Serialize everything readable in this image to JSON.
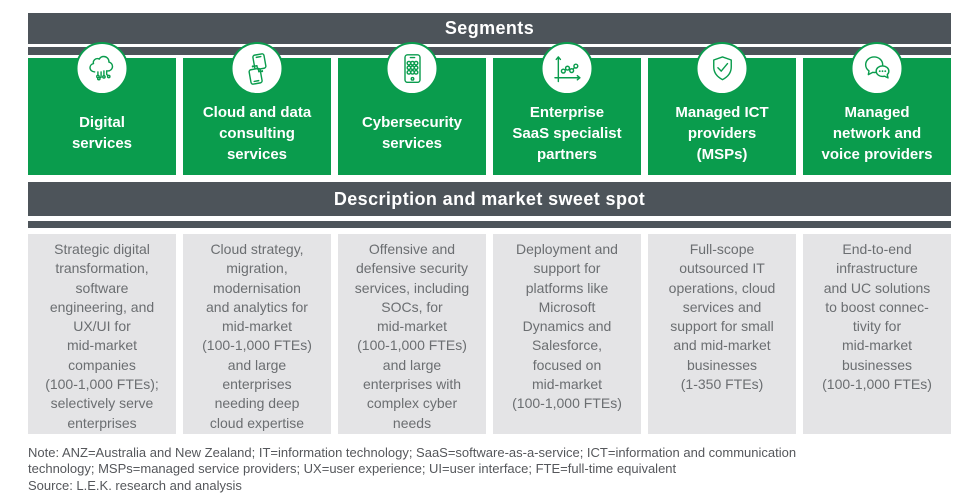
{
  "segments_header": {
    "title": "Segments"
  },
  "description_header": {
    "title": "Description and market sweet spot"
  },
  "colors": {
    "green": "#0a9c4d",
    "slate": "#4d545a",
    "panel_gray": "#e4e4e6",
    "body_text": "#6b6e71",
    "white": "#ffffff"
  },
  "segments": [
    {
      "icon": "cloud-circuit-icon",
      "label": "Digital\nservices",
      "description": "Strategic digital\ntransformation,\nsoftware\nengineering, and\nUX/UI for\nmid-market\ncompanies\n(100-1,000 FTEs);\nselectively serve\nenterprises"
    },
    {
      "icon": "devices-sync-icon",
      "label": "Cloud and data\nconsulting\nservices",
      "description": "Cloud strategy,\nmigration,\nmodernisation\nand analytics for\nmid-market\n(100-1,000 FTEs)\nand large\nenterprises\nneeding deep\ncloud expertise"
    },
    {
      "icon": "phone-keypad-icon",
      "label": "Cybersecurity\nservices",
      "description": "Offensive and\ndefensive security\nservices, including\nSOCs, for\nmid-market\n(100-1,000 FTEs)\nand large\nenterprises with\ncomplex cyber\nneeds"
    },
    {
      "icon": "line-chart-icon",
      "label": "Enterprise\nSaaS specialist\npartners",
      "description": "Deployment and\nsupport for\nplatforms like\nMicrosoft\nDynamics and\nSalesforce,\nfocused on\nmid-market\n(100-1,000 FTEs)"
    },
    {
      "icon": "shield-check-icon",
      "label": "Managed ICT\nproviders\n(MSPs)",
      "description": "Full-scope\noutsourced IT\noperations, cloud\nservices and\nsupport for small\nand mid-market\nbusinesses\n(1-350 FTEs)"
    },
    {
      "icon": "chat-bubbles-icon",
      "label": "Managed\nnetwork and\nvoice providers",
      "description": "End-to-end\ninfrastructure\nand UC solutions\nto boost connec-\ntivity for\nmid-market\nbusinesses\n(100-1,000 FTEs)"
    }
  ],
  "footer": {
    "note": "Note: ANZ=Australia and New Zealand; IT=information technology; SaaS=software-as-a-service; ICT=information and communication\ntechnology; MSPs=managed service providers; UX=user experience; UI=user interface; FTE=full-time equivalent",
    "source": "Source: L.E.K. research and analysis"
  }
}
